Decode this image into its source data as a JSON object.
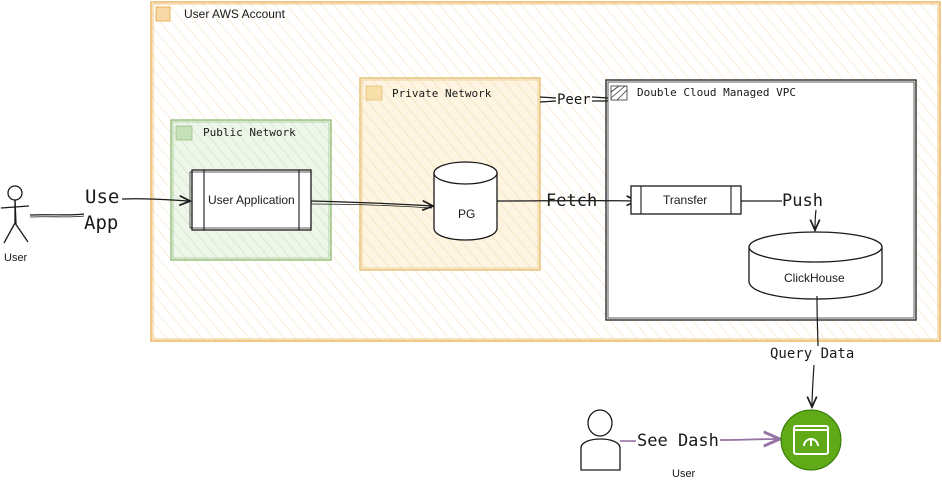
{
  "containers": {
    "aws_account": "User AWS Account",
    "public_network": "Public Network",
    "private_network": "Private Network",
    "managed_vpc": "Double Cloud Managed VPC"
  },
  "nodes": {
    "user_left": "User",
    "user_app": "User Application",
    "pg": "PG",
    "transfer": "Transfer",
    "clickhouse": "ClickHouse",
    "user_bottom": "User"
  },
  "edges": {
    "use_app_1": "Use",
    "use_app_2": "App",
    "peer": "Peer",
    "fetch": "Fetch",
    "push": "Push",
    "query_data": "Query Data",
    "see_dash": "See Dash"
  },
  "colors": {
    "aws_border": "#e6a33a",
    "aws_hatch": "#f2c27a",
    "public_border": "#82b366",
    "public_fill": "#d5e8d4",
    "private_border": "#e0b35a",
    "private_fill": "#fdf1d7",
    "dash_green": "#60a917",
    "dash_arrow": "#9673a6",
    "stroke": "#1a1a1a"
  },
  "icons": {
    "dashboard": "dashboard-icon",
    "user": "user-icon"
  }
}
